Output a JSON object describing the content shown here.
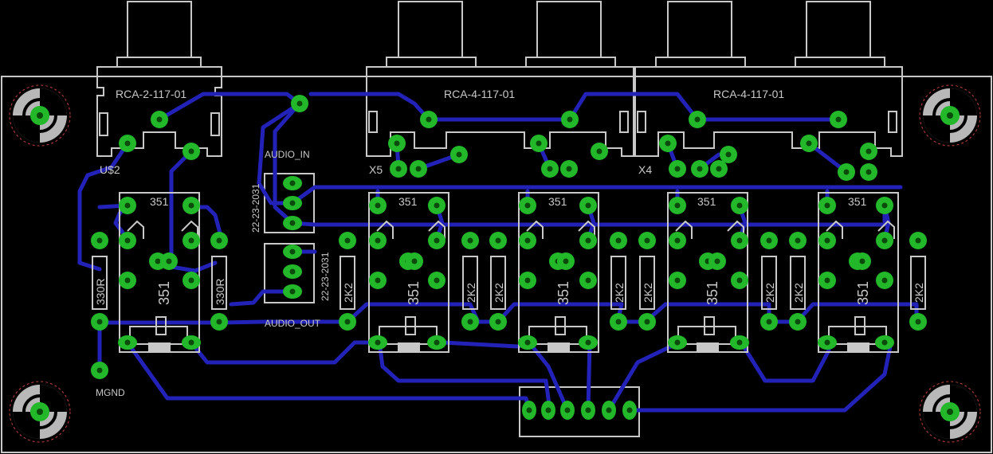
{
  "connectors": {
    "rca_left": "RCA-2-117-01",
    "rca_mid": "RCA-4-117-01",
    "rca_right": "RCA-4-117-01",
    "us2": "U$2",
    "x5": "X5",
    "x4": "X4"
  },
  "headers": {
    "audio_in": "AUDIO_IN",
    "audio_out": "AUDIO_OUT",
    "part_top": "22-23-2031",
    "part_bottom": "22-23-2031"
  },
  "relays": {
    "label": "351",
    "big_label": "351"
  },
  "resistors": {
    "r330": "330R",
    "r2k2": "2K2"
  },
  "ground": "MGND",
  "colors": {
    "background": "#000000",
    "silkscreen": "#c8c8c8",
    "trace": "#2222b8",
    "pad": "#22b82a"
  }
}
